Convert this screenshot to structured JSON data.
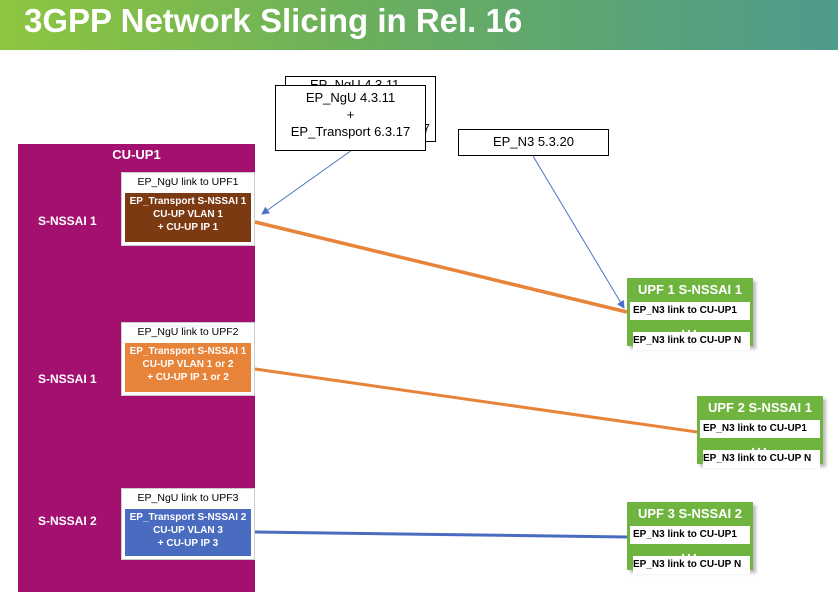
{
  "title": "3GPP Network Slicing in Rel. 16",
  "cu": {
    "title": "CU-UP1",
    "slices": [
      {
        "label": "S-NSSAI 1",
        "link": "EP_NgU link to UPF1",
        "transport": [
          "EP_Transport S-NSSAI 1",
          "CU-UP VLAN 1",
          "+ CU-UP IP 1"
        ],
        "color": "#7b3a12"
      },
      {
        "label": "S-NSSAI 1",
        "link": "EP_NgU link to UPF2",
        "transport": [
          "EP_Transport S-NSSAI 1",
          "CU-UP VLAN 1 or 2",
          "+ CU-UP IP 1 or 2"
        ],
        "color": "#e8833a"
      },
      {
        "label": "S-NSSAI 2",
        "link": "EP_NgU link to UPF3",
        "transport": [
          "EP_Transport S-NSSAI 2",
          "CU-UP VLAN 3",
          "+ CU-UP IP 3"
        ],
        "color": "#4a6cc0"
      }
    ]
  },
  "notes": {
    "back_line1": "EP_NgU 4.3.11",
    "back_line2": "7",
    "front": [
      "EP_NgU 4.3.11",
      "+",
      "EP_Transport 6.3.17"
    ],
    "n3": "EP_N3 5.3.20"
  },
  "upfs": [
    {
      "title": "UPF 1 S-NSSAI 1",
      "first": "EP_N3 link to CU-UP1",
      "dots": "...",
      "last": "EP_N3 link to CU-UP N"
    },
    {
      "title": "UPF 2 S-NSSAI 1",
      "first": "EP_N3 link to CU-UP1",
      "dots": "...",
      "last": "EP_N3 link to CU-UP N"
    },
    {
      "title": "UPF 3 S-NSSAI 2",
      "first": "EP_N3 link to CU-UP1",
      "dots": "...",
      "last": "EP_N3 link to CU-UP N"
    }
  ],
  "colors": {
    "cu_panel": "#a4106f",
    "upf": "#6fb43f",
    "link_orange": "#e8833a",
    "link_blue": "#4a6cc0",
    "pointer": "#4a72c4"
  }
}
